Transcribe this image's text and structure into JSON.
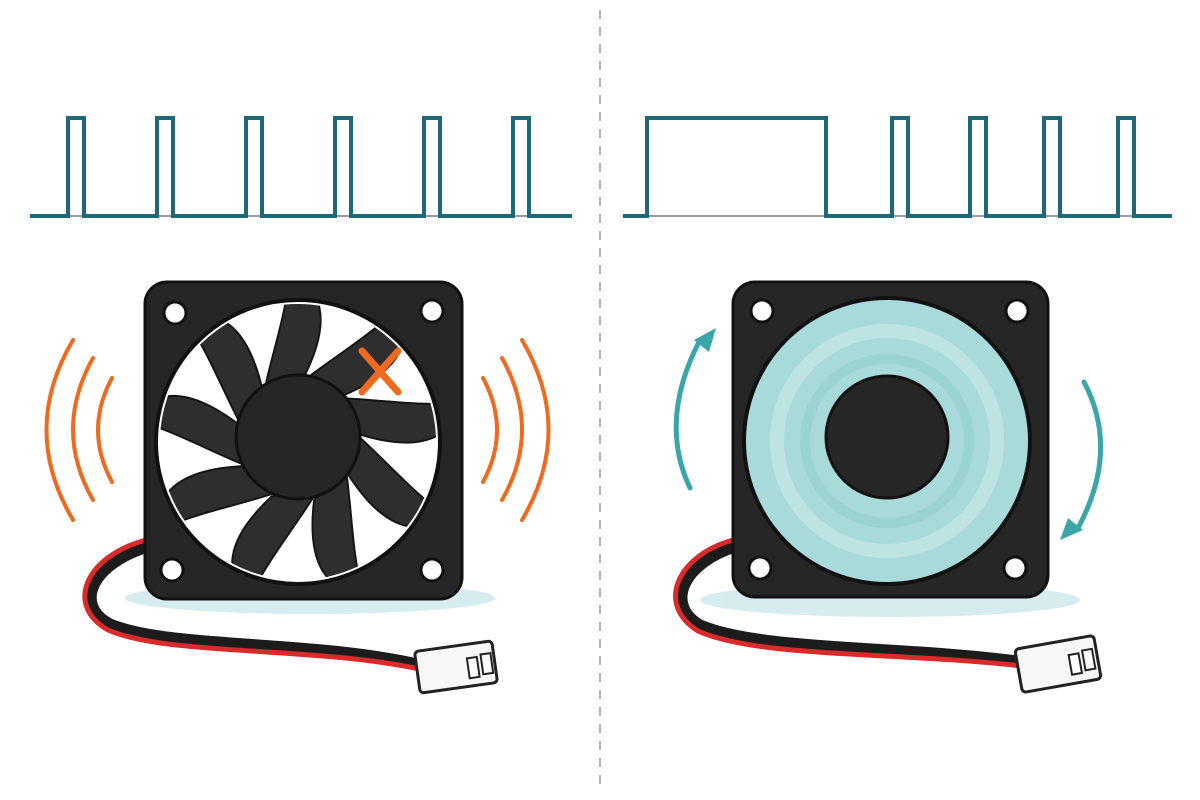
{
  "colors": {
    "background": "#ffffff",
    "signal_line": "#1f6878",
    "baseline": "#9a9a9a",
    "divider": "#b4b4b4",
    "fan_frame": "#262626",
    "fan_blade": "#2e2e2e",
    "fan_opening": "#ffffff",
    "vibration_waves": "#ef6a1f",
    "stall_mark": "#ef6a1f",
    "spin_blur": "#a8dad9",
    "rotation_arrows": "#3aa6a8",
    "wire_red": "#d92b2b",
    "wire_black": "#1c1c1c",
    "connector": "#f7f7f7",
    "shadow": "#d6ecee"
  },
  "left_panel": {
    "signal": {
      "description_type": "short-pulse-train",
      "pulse_count": 6
    },
    "fan": {
      "state": "stalled",
      "blade_count": 9,
      "icons": [
        "vibration-waves-icon",
        "stall-x-icon"
      ]
    }
  },
  "right_panel": {
    "signal": {
      "description_type": "kick-start-then-pulses",
      "kick_pulse_count": 1,
      "pulse_count": 4
    },
    "fan": {
      "state": "spinning",
      "icons": [
        "rotation-arrows-icon"
      ]
    }
  }
}
